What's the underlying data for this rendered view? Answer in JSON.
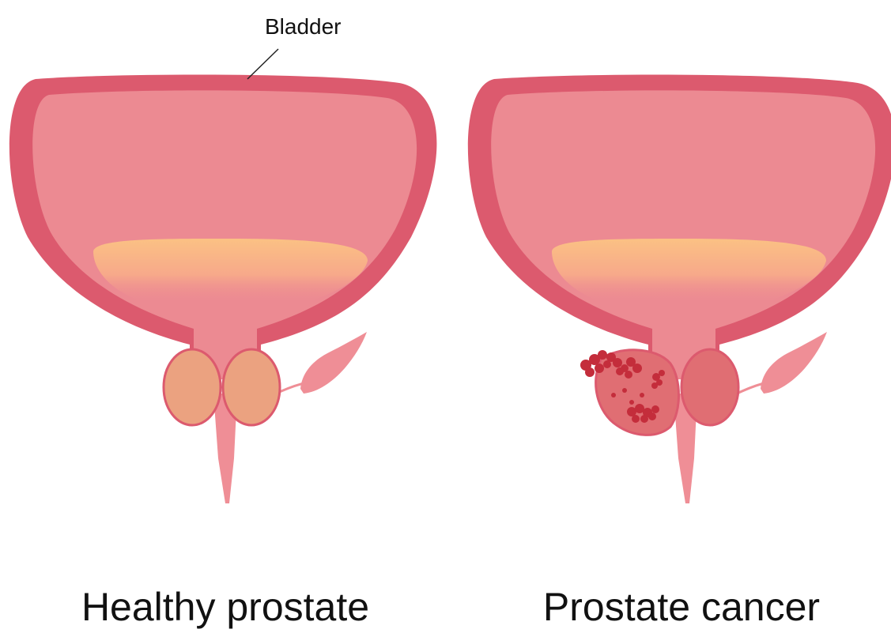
{
  "labels": {
    "bladder": "Bladder",
    "healthy": "Healthy prostate",
    "cancer": "Prostate cancer"
  },
  "colors": {
    "bladder_wall": "#dc5a6e",
    "bladder_inner": "#ec8a92",
    "urine": "#fbc184",
    "healthy_prostate": "#eba280",
    "diseased_prostate": "#e06e73",
    "tumor": "#c42d3b",
    "urethra": "#ef8e96",
    "line": "#222222"
  }
}
